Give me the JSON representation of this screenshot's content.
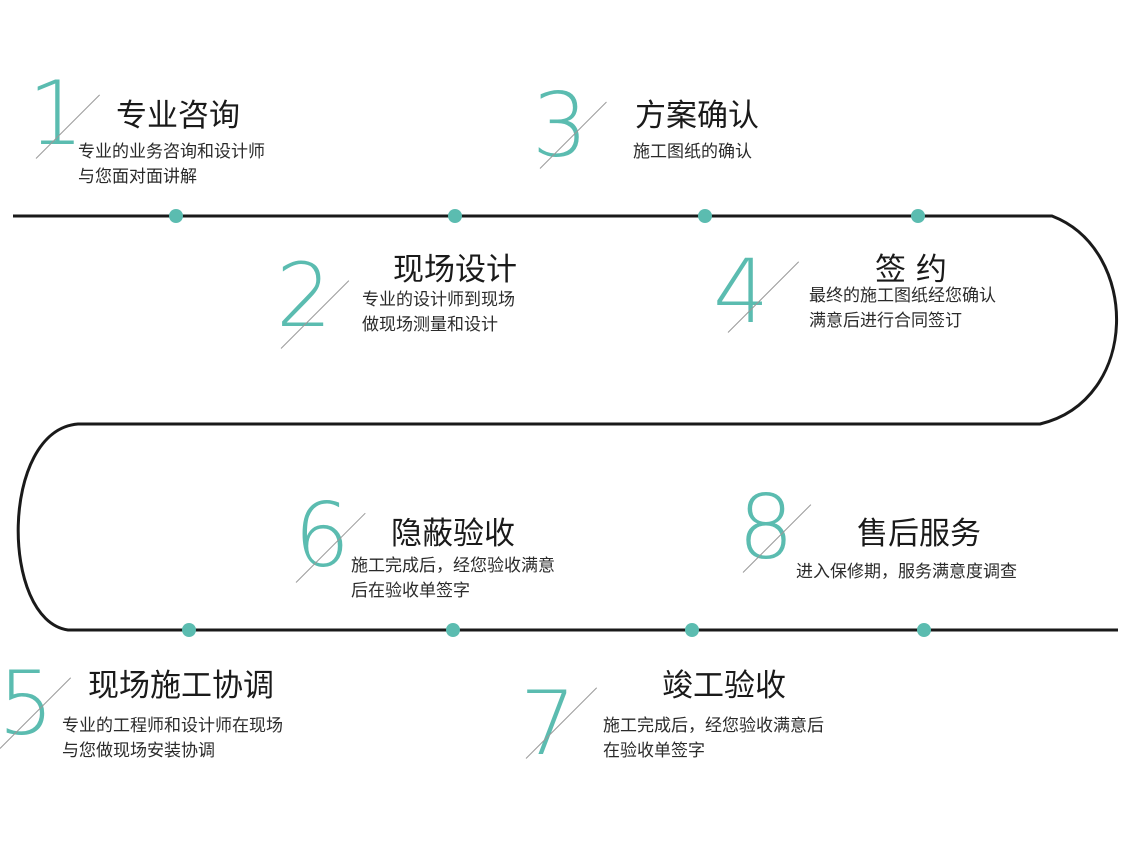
{
  "colors": {
    "accent": "#5bbcb0",
    "line": "#1a1a1a"
  },
  "steps": [
    {
      "number": "1",
      "title": "专业咨询",
      "lines": [
        "专业的业务咨询和设计师",
        "与您面对面讲解"
      ]
    },
    {
      "number": "2",
      "title": "现场设计",
      "lines": [
        "专业的设计师到现场",
        "做现场测量和设计"
      ]
    },
    {
      "number": "3",
      "title": "方案确认",
      "lines": [
        "施工图纸的确认"
      ]
    },
    {
      "number": "4",
      "title": "签  约",
      "lines": [
        "最终的施工图纸经您确认",
        "满意后进行合同签订"
      ]
    },
    {
      "number": "5",
      "title": "现场施工协调",
      "lines": [
        "专业的工程师和设计师在现场",
        "与您做现场安装协调"
      ]
    },
    {
      "number": "6",
      "title": "隐蔽验收",
      "lines": [
        "施工完成后，经您验收满意",
        "后在验收单签字"
      ]
    },
    {
      "number": "7",
      "title": "竣工验收",
      "lines": [
        "施工完成后，经您验收满意后",
        "在验收单签字"
      ]
    },
    {
      "number": "8",
      "title": "售后服务",
      "lines": [
        "进入保修期，服务满意度调查"
      ]
    }
  ]
}
